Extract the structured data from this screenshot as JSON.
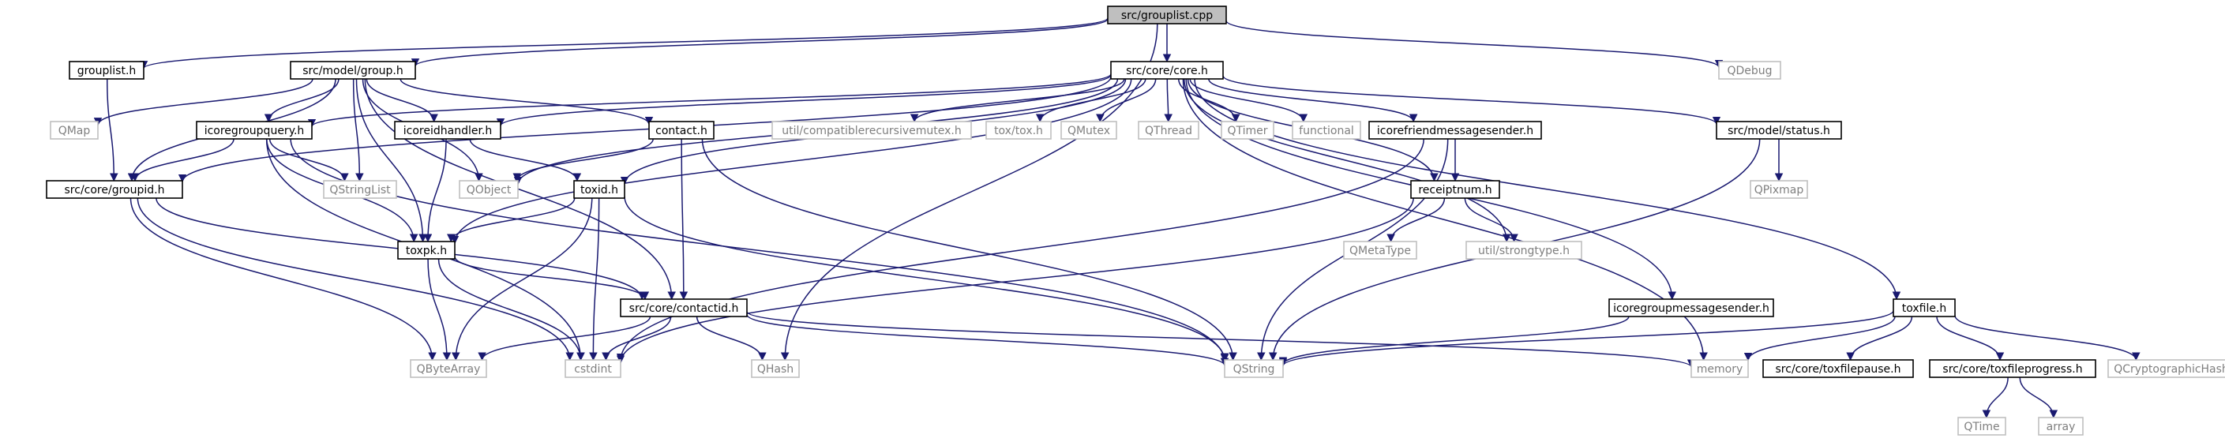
{
  "graph": {
    "colors": {
      "background": "#ffffff",
      "edge": "#191970",
      "focus_fill": "#bfbfbf",
      "box_stroke": "#000000",
      "external_stroke": "#bfbfbf",
      "text": "#000000",
      "external_text": "#7f7f7f"
    },
    "nodes": [
      {
        "id": "grouplist_cpp",
        "label": "src/grouplist.cpp",
        "kind": "focus"
      },
      {
        "id": "grouplist_h",
        "label": "grouplist.h",
        "kind": "internal"
      },
      {
        "id": "group_h",
        "label": "src/model/group.h",
        "kind": "internal"
      },
      {
        "id": "core_h",
        "label": "src/core/core.h",
        "kind": "internal"
      },
      {
        "id": "qdebug",
        "label": "QDebug",
        "kind": "external"
      },
      {
        "id": "qmap",
        "label": "QMap",
        "kind": "external"
      },
      {
        "id": "icoregroupquery",
        "label": "icoregroupquery.h",
        "kind": "internal"
      },
      {
        "id": "icoreidhandler",
        "label": "icoreidhandler.h",
        "kind": "internal"
      },
      {
        "id": "contact_h",
        "label": "contact.h",
        "kind": "internal"
      },
      {
        "id": "compatmutex",
        "label": "util/compatiblerecursivemutex.h",
        "kind": "external"
      },
      {
        "id": "toxtox",
        "label": "tox/tox.h",
        "kind": "external"
      },
      {
        "id": "qmutex",
        "label": "QMutex",
        "kind": "external"
      },
      {
        "id": "qthread",
        "label": "QThread",
        "kind": "external"
      },
      {
        "id": "qtimer",
        "label": "QTimer",
        "kind": "external"
      },
      {
        "id": "functional",
        "label": "functional",
        "kind": "external"
      },
      {
        "id": "icorefriendmsg",
        "label": "icorefriendmessagesender.h",
        "kind": "internal"
      },
      {
        "id": "status_h",
        "label": "src/model/status.h",
        "kind": "internal"
      },
      {
        "id": "groupid_h",
        "label": "src/core/groupid.h",
        "kind": "internal"
      },
      {
        "id": "qstringlist",
        "label": "QStringList",
        "kind": "external"
      },
      {
        "id": "qobject",
        "label": "QObject",
        "kind": "external"
      },
      {
        "id": "toxid_h",
        "label": "toxid.h",
        "kind": "internal"
      },
      {
        "id": "receiptnum_h",
        "label": "receiptnum.h",
        "kind": "internal"
      },
      {
        "id": "qpixmap",
        "label": "QPixmap",
        "kind": "external"
      },
      {
        "id": "toxpk_h",
        "label": "toxpk.h",
        "kind": "internal"
      },
      {
        "id": "qmetatype",
        "label": "QMetaType",
        "kind": "external"
      },
      {
        "id": "strongtype",
        "label": "util/strongtype.h",
        "kind": "external"
      },
      {
        "id": "contactid_h",
        "label": "src/core/contactid.h",
        "kind": "internal"
      },
      {
        "id": "icoregroupmsg",
        "label": "icoregroupmessagesender.h",
        "kind": "internal"
      },
      {
        "id": "toxfile_h",
        "label": "toxfile.h",
        "kind": "internal"
      },
      {
        "id": "qbytearray",
        "label": "QByteArray",
        "kind": "external"
      },
      {
        "id": "cstdint",
        "label": "cstdint",
        "kind": "external"
      },
      {
        "id": "qhash",
        "label": "QHash",
        "kind": "external"
      },
      {
        "id": "qstring",
        "label": "QString",
        "kind": "external"
      },
      {
        "id": "memory",
        "label": "memory",
        "kind": "external"
      },
      {
        "id": "toxfilepause",
        "label": "src/core/toxfilepause.h",
        "kind": "internal"
      },
      {
        "id": "toxfileprogress",
        "label": "src/core/toxfileprogress.h",
        "kind": "internal"
      },
      {
        "id": "qcrypto",
        "label": "QCryptographicHash",
        "kind": "external"
      },
      {
        "id": "qtime",
        "label": "QTime",
        "kind": "external"
      },
      {
        "id": "array",
        "label": "array",
        "kind": "external"
      }
    ],
    "edges": [
      {
        "from": "grouplist_cpp",
        "to": "grouplist_h"
      },
      {
        "from": "grouplist_cpp",
        "to": "group_h"
      },
      {
        "from": "grouplist_cpp",
        "to": "core_h"
      },
      {
        "from": "grouplist_cpp",
        "to": "qdebug"
      },
      {
        "from": "grouplist_cpp",
        "to": "qhash"
      },
      {
        "from": "grouplist_h",
        "to": "groupid_h"
      },
      {
        "from": "group_h",
        "to": "groupid_h"
      },
      {
        "from": "group_h",
        "to": "qmap"
      },
      {
        "from": "group_h",
        "to": "icoregroupquery"
      },
      {
        "from": "group_h",
        "to": "icoreidhandler"
      },
      {
        "from": "group_h",
        "to": "contact_h"
      },
      {
        "from": "group_h",
        "to": "qstringlist"
      },
      {
        "from": "group_h",
        "to": "qobject"
      },
      {
        "from": "group_h",
        "to": "toxpk_h"
      },
      {
        "from": "group_h",
        "to": "contactid_h"
      },
      {
        "from": "core_h",
        "to": "groupid_h"
      },
      {
        "from": "core_h",
        "to": "icoregroupquery"
      },
      {
        "from": "core_h",
        "to": "icoreidhandler"
      },
      {
        "from": "core_h",
        "to": "qobject"
      },
      {
        "from": "core_h",
        "to": "toxid_h"
      },
      {
        "from": "core_h",
        "to": "toxpk_h"
      },
      {
        "from": "core_h",
        "to": "compatmutex"
      },
      {
        "from": "core_h",
        "to": "toxtox"
      },
      {
        "from": "core_h",
        "to": "qmutex"
      },
      {
        "from": "core_h",
        "to": "qthread"
      },
      {
        "from": "core_h",
        "to": "qtimer"
      },
      {
        "from": "core_h",
        "to": "functional"
      },
      {
        "from": "core_h",
        "to": "icorefriendmsg"
      },
      {
        "from": "core_h",
        "to": "status_h"
      },
      {
        "from": "core_h",
        "to": "receiptnum_h"
      },
      {
        "from": "core_h",
        "to": "strongtype"
      },
      {
        "from": "core_h",
        "to": "icoregroupmsg"
      },
      {
        "from": "core_h",
        "to": "toxfile_h"
      },
      {
        "from": "core_h",
        "to": "memory"
      },
      {
        "from": "icoregroupquery",
        "to": "groupid_h"
      },
      {
        "from": "icoregroupquery",
        "to": "qstringlist"
      },
      {
        "from": "icoregroupquery",
        "to": "toxpk_h"
      },
      {
        "from": "icoregroupquery",
        "to": "qstring"
      },
      {
        "from": "icoregroupquery",
        "to": "cstdint"
      },
      {
        "from": "icoreidhandler",
        "to": "toxid_h"
      },
      {
        "from": "icoreidhandler",
        "to": "toxpk_h"
      },
      {
        "from": "contact_h",
        "to": "qobject"
      },
      {
        "from": "contact_h",
        "to": "contactid_h"
      },
      {
        "from": "contact_h",
        "to": "qstring"
      },
      {
        "from": "icorefriendmsg",
        "to": "receiptnum_h"
      },
      {
        "from": "icorefriendmsg",
        "to": "cstdint"
      },
      {
        "from": "icorefriendmsg",
        "to": "qstring"
      },
      {
        "from": "status_h",
        "to": "qpixmap"
      },
      {
        "from": "status_h",
        "to": "qstring"
      },
      {
        "from": "groupid_h",
        "to": "contactid_h"
      },
      {
        "from": "groupid_h",
        "to": "qbytearray"
      },
      {
        "from": "groupid_h",
        "to": "cstdint"
      },
      {
        "from": "toxid_h",
        "to": "toxpk_h"
      },
      {
        "from": "toxid_h",
        "to": "qbytearray"
      },
      {
        "from": "toxid_h",
        "to": "cstdint"
      },
      {
        "from": "toxid_h",
        "to": "qstring"
      },
      {
        "from": "receiptnum_h",
        "to": "qmetatype"
      },
      {
        "from": "receiptnum_h",
        "to": "strongtype"
      },
      {
        "from": "receiptnum_h",
        "to": "cstdint"
      },
      {
        "from": "toxpk_h",
        "to": "contactid_h"
      },
      {
        "from": "toxpk_h",
        "to": "qbytearray"
      },
      {
        "from": "toxpk_h",
        "to": "cstdint"
      },
      {
        "from": "contactid_h",
        "to": "qbytearray"
      },
      {
        "from": "contactid_h",
        "to": "cstdint"
      },
      {
        "from": "contactid_h",
        "to": "qhash"
      },
      {
        "from": "contactid_h",
        "to": "qstring"
      },
      {
        "from": "contactid_h",
        "to": "memory"
      },
      {
        "from": "icoregroupmsg",
        "to": "qstring"
      },
      {
        "from": "toxfile_h",
        "to": "qstring"
      },
      {
        "from": "toxfile_h",
        "to": "memory"
      },
      {
        "from": "toxfile_h",
        "to": "toxfilepause"
      },
      {
        "from": "toxfile_h",
        "to": "toxfileprogress"
      },
      {
        "from": "toxfile_h",
        "to": "qcrypto"
      },
      {
        "from": "toxfileprogress",
        "to": "qtime"
      },
      {
        "from": "toxfileprogress",
        "to": "array"
      }
    ]
  }
}
